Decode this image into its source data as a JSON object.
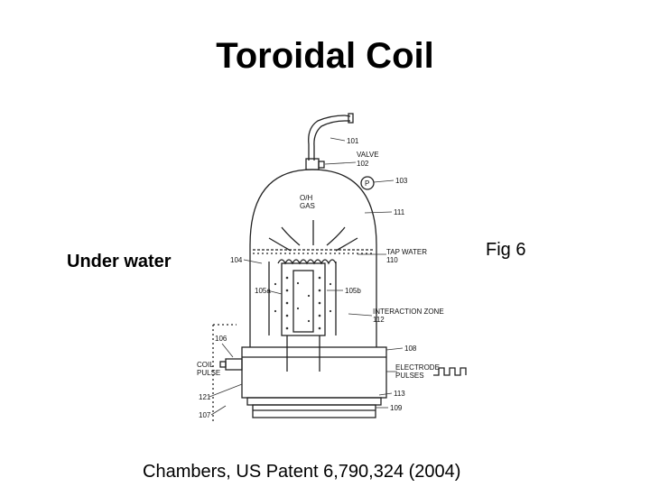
{
  "slide": {
    "title": "Toroidal Coil",
    "caption_left": "Under water",
    "caption_right": "Fig 6",
    "citation": "Chambers, US Patent 6,790,324  (2004)"
  },
  "figure": {
    "labels": {
      "l101": "101",
      "l_valve": "VALVE",
      "l102": "102",
      "l103": "103",
      "l_p": "P",
      "l_oh": "O/H",
      "l_gas": "GAS",
      "l111": "111",
      "l104": "104",
      "l_tapwater": "TAP WATER",
      "l110": "110",
      "l105a": "105a",
      "l105b": "105b",
      "l_interaction": "INTERACTION ZONE",
      "l112": "112",
      "l106": "106",
      "l_coil": "COIL",
      "l_pulse": "PULSE",
      "l108": "108",
      "l_electrode": "ELECTRODE",
      "l_pulses": "PULSES",
      "l121": "121",
      "l113": "113",
      "l109": "109",
      "l107": "107"
    }
  }
}
